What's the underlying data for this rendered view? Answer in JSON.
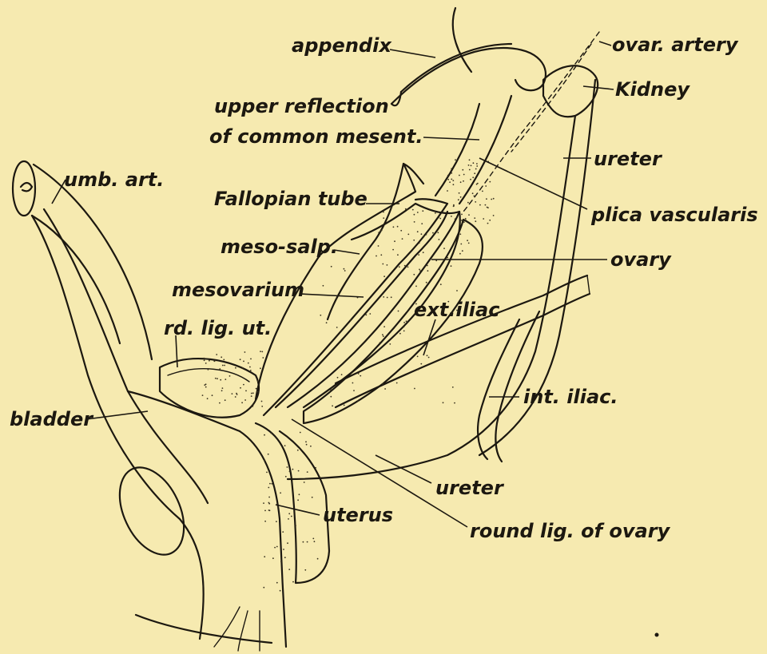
{
  "figure": {
    "background": "#f6eab0",
    "ink": "#1c1810",
    "labels": {
      "appendix": "appendix",
      "ovar_artery": "ovar. artery",
      "kidney": "Kidney",
      "upper_reflection_1": "upper reflection",
      "upper_reflection_2": "of common mesent.",
      "ureter_upper": "ureter",
      "umb_art": "umb. art.",
      "fallopian_tube": "Fallopian tube",
      "plica_vascularis": "plica vascularis",
      "meso_salp": "meso-salp.",
      "ovary": "ovary",
      "mesovarium": "mesovarium",
      "ext_iliac": "ext.iliac",
      "rd_lig_ut": "rd. lig. ut.",
      "int_iliac": "int. iliac.",
      "bladder": "bladder",
      "ureter_lower": "ureter",
      "uterus": "uterus",
      "round_lig_ovary": "round lig. of ovary"
    }
  }
}
